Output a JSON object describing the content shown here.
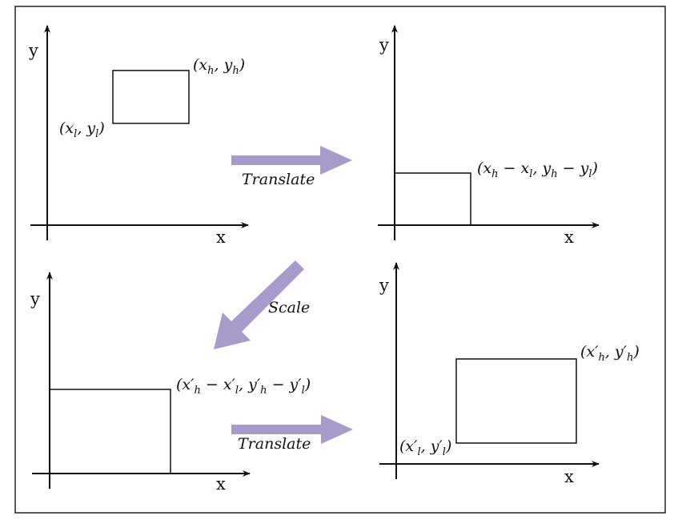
{
  "figure": {
    "accent_color": "#a79bcc",
    "panels": [
      {
        "axis_x": "x",
        "axis_y": "y",
        "labels": [
          {
            "before": "(x",
            "sub1": "h",
            "mid": ", y",
            "sub2": "h",
            "after": ")"
          },
          {
            "before": "(x",
            "sub1": "l",
            "mid": ", y",
            "sub2": "l",
            "after": ")"
          }
        ]
      },
      {
        "axis_x": "x",
        "axis_y": "y",
        "labels": [
          {
            "before": "(x",
            "sub1": "h",
            "mid1": " − x",
            "sub2": "l",
            "mid2": ", y",
            "sub3": "h",
            "mid3": " − y",
            "sub4": "l",
            "after": ")"
          }
        ]
      },
      {
        "axis_x": "x",
        "axis_y": "y",
        "labels": [
          {
            "before": "(x′",
            "sub1": "h",
            "mid1": " − x′",
            "sub2": "l",
            "mid2": ", y′",
            "sub3": "h",
            "mid3": " − y′",
            "sub4": "l",
            "after": ")"
          }
        ]
      },
      {
        "axis_x": "x",
        "axis_y": "y",
        "labels": [
          {
            "before": "(x′",
            "sub1": "h",
            "mid": ", y′",
            "sub2": "h",
            "after": ")"
          },
          {
            "before": "(x′",
            "sub1": "l",
            "mid": ", y′",
            "sub2": "l",
            "after": ")"
          }
        ]
      }
    ],
    "operations": {
      "translate_top": "Translate",
      "scale": "Scale",
      "translate_bottom": "Translate"
    }
  }
}
